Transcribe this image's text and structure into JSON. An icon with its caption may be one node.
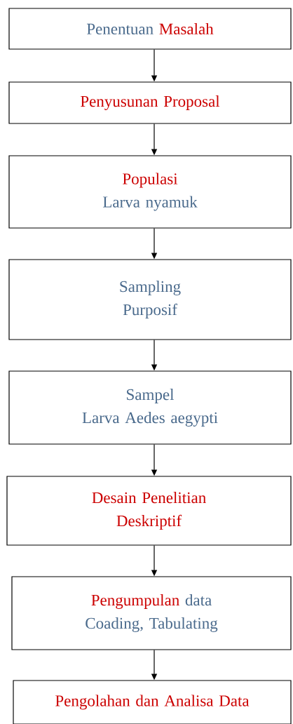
{
  "diagram": {
    "nodes": [
      {
        "text": [
          "Penentuan",
          "Masalah"
        ]
      },
      {
        "text": [
          "Penyusunan Proposal"
        ]
      },
      {
        "text": [
          "Populasi",
          "Larva nyamuk"
        ]
      },
      {
        "text": [
          "Sampling Purposif"
        ]
      },
      {
        "text": [
          "Sampel",
          "Larva Aedes aegypti"
        ]
      },
      {
        "text": [
          "Desain Penelitian Deskriptif"
        ]
      },
      {
        "text": [
          "Pengumpulan",
          "data",
          "Coading, Tabulating"
        ]
      },
      {
        "text": [
          "Pengolahan dan Analisa Data"
        ]
      }
    ],
    "edges": [
      {
        "from": 0,
        "to": 1,
        "arrow": "to"
      },
      {
        "from": 1,
        "to": 2,
        "arrow": "to"
      },
      {
        "from": 2,
        "to": 3,
        "arrow": "to"
      },
      {
        "from": 3,
        "to": 4,
        "arrow": "to"
      },
      {
        "from": 4,
        "to": 5,
        "arrow": "to"
      },
      {
        "from": 5,
        "to": 6,
        "arrow": "to"
      },
      {
        "from": 6,
        "to": 7,
        "arrow": "to"
      }
    ]
  }
}
